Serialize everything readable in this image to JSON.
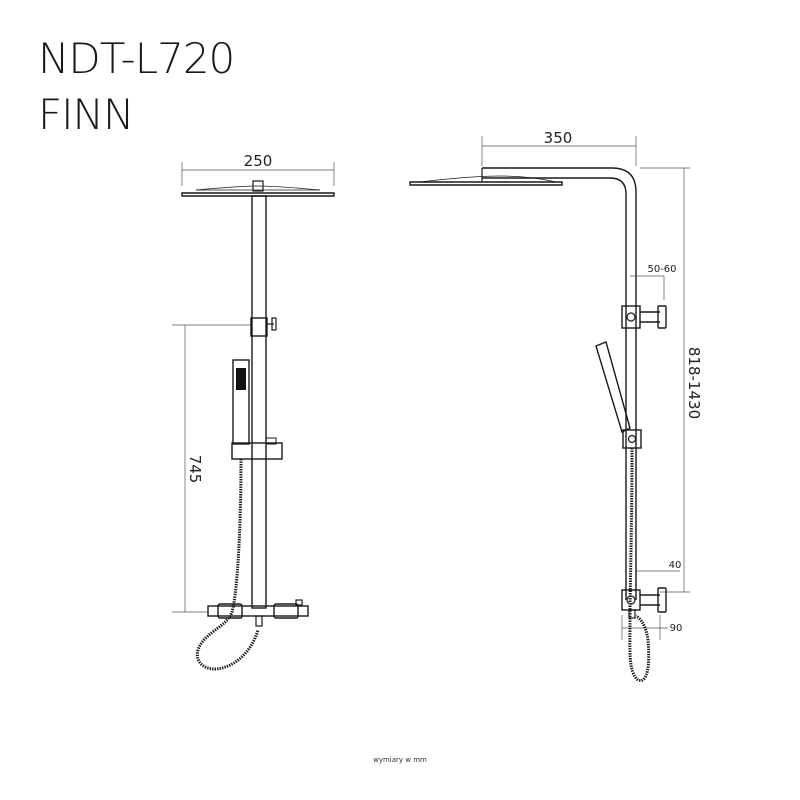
{
  "header": {
    "model_code": "NDT-L720",
    "product_name": "FINN"
  },
  "front_view": {
    "width_label": "250",
    "height_label": "745"
  },
  "side_view": {
    "depth_label": "350",
    "height_range_label": "818-1430",
    "bracket_label": "50-60",
    "lower_bracket_label": "40",
    "outlet_label": "90"
  },
  "footer": {
    "units_note": "wymiary w mm"
  },
  "colors": {
    "line": "#1a1a1a",
    "dimension": "#555555",
    "background": "#ffffff"
  }
}
